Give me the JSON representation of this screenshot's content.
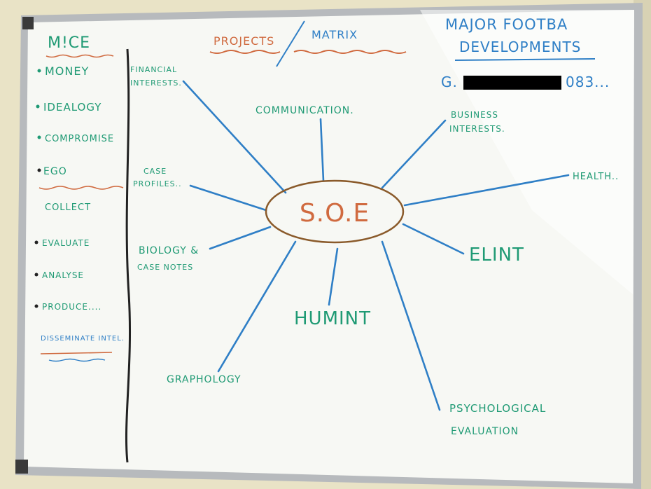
{
  "board": {
    "colors": {
      "frame": "#b9bcbf",
      "surface": "#f7f8f4",
      "wall": "#e9e3c6",
      "green_marker": "#1f9a74",
      "blue_marker": "#2f7fc6",
      "red_marker": "#d06a3f",
      "black_marker": "#222222",
      "redaction": "#000000"
    },
    "header": {
      "projects": "PROJECTS",
      "matrix": "MATRIX",
      "major_line1": "MAJOR FOOTBA",
      "major_line2": "DEVELOPMENTS",
      "ref_prefix": "G.",
      "ref_suffix": "083..."
    },
    "sidebar": {
      "title": "M!CE",
      "items": [
        {
          "label": "MONEY"
        },
        {
          "label": "IDEALOGY"
        },
        {
          "label": "COMPROMISE"
        },
        {
          "label": "EGO"
        },
        {
          "label": "COLLECT"
        },
        {
          "label": "EVALUATE"
        },
        {
          "label": "ANALYSE"
        },
        {
          "label": "PRODUCE...."
        },
        {
          "label": "DISSEMINATE INTEL."
        }
      ]
    },
    "mindmap": {
      "center": "S.O.E",
      "branches": [
        {
          "line1": "FINANCIAL",
          "line2": "INTERESTS."
        },
        {
          "line1": "COMMUNICATION.",
          "line2": ""
        },
        {
          "line1": "BUSINESS",
          "line2": "INTERESTS."
        },
        {
          "line1": "HEALTH..",
          "line2": ""
        },
        {
          "line1": "CASE",
          "line2": "PROFILES.."
        },
        {
          "line1": "BIOLOGY &",
          "line2": "CASE NOTES"
        },
        {
          "line1": "ELINT",
          "line2": ""
        },
        {
          "line1": "HUMINT",
          "line2": ""
        },
        {
          "line1": "GRAPHOLOGY",
          "line2": ""
        },
        {
          "line1": "PSYCHOLOGICAL",
          "line2": "EVALUATION"
        }
      ]
    }
  }
}
